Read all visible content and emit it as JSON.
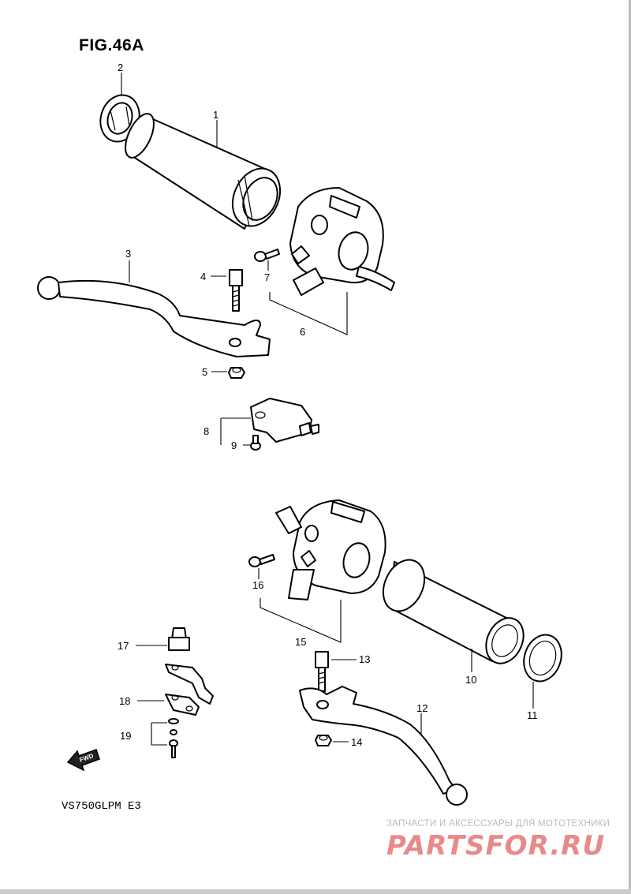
{
  "figure": {
    "title": "FIG.46A",
    "model": "VS750GLPM  E3"
  },
  "watermark": {
    "tagline": "ЗАПЧАСТИ И АКСЕССУАРЫ ДЛЯ МОТОТЕХНИКИ",
    "logo": "PARTSFOR.RU"
  },
  "direction_badge": "FWD",
  "callouts": [
    "1",
    "2",
    "3",
    "4",
    "5",
    "6",
    "7",
    "8",
    "9",
    "10",
    "11",
    "12",
    "13",
    "14",
    "15",
    "16",
    "17",
    "18",
    "19"
  ]
}
